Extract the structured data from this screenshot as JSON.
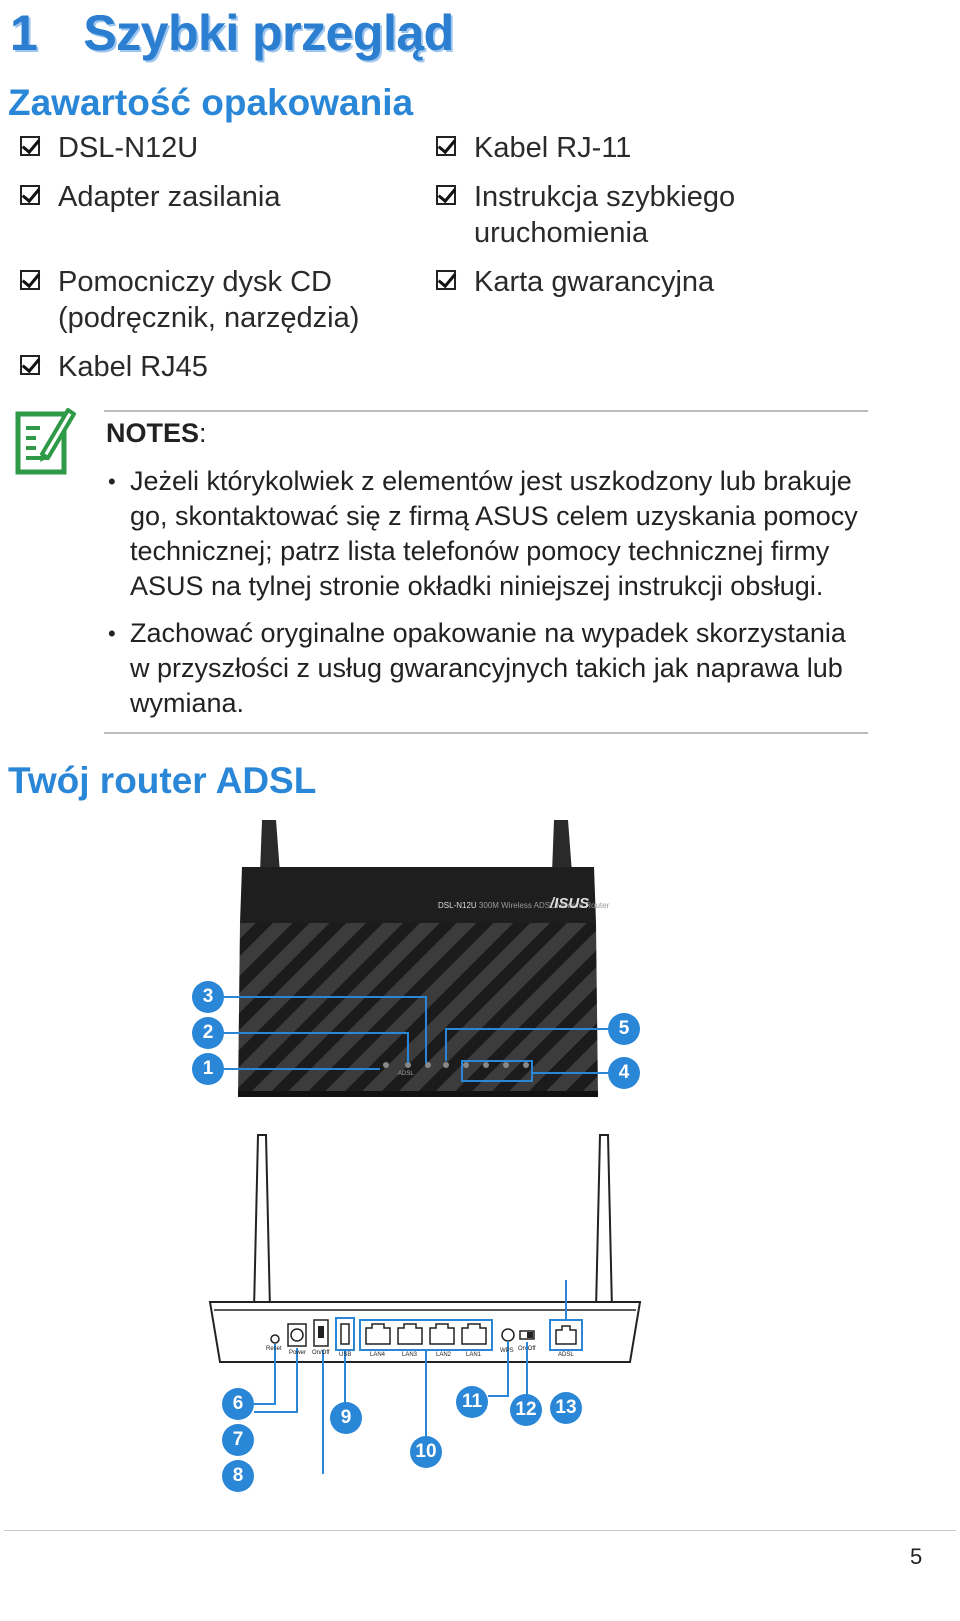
{
  "chapter": {
    "number": "1",
    "title": "Szybki przegląd"
  },
  "package": {
    "heading": "Zawartość opakowania",
    "left_items": [
      {
        "line1": "DSL-N12U",
        "line2": ""
      },
      {
        "line1": "Adapter zasilania",
        "line2": ""
      },
      {
        "line1": "Pomocniczy dysk CD",
        "line2": "(podręcznik, narzędzia)"
      },
      {
        "line1": "Kabel RJ45",
        "line2": ""
      }
    ],
    "right_items": [
      {
        "line1": "Kabel RJ-11",
        "line2": ""
      },
      {
        "line1": "Instrukcja szybkiego",
        "line2": "uruchomienia"
      },
      {
        "line1": "Karta gwarancyjna",
        "line2": ""
      }
    ]
  },
  "notes": {
    "title": "NOTES",
    "colon": ":",
    "icon": "notepad-pencil-icon",
    "icon_color": "#2e9a47",
    "bullets": [
      [
        "Jeżeli którykolwiek z elementów jest uszkodzony lub brakuje",
        "go, skontaktować się z firmą ASUS celem uzyskania pomocy",
        "technicznej; patrz lista telefonów pomocy technicznej firmy",
        "ASUS na tylnej stronie okładki niniejszej instrukcji obsługi."
      ],
      [
        "Zachować oryginalne opakowanie na wypadek skorzystania",
        "w przyszłości z usług gwarancyjnych takich jak naprawa lub",
        "wymiana."
      ]
    ]
  },
  "router": {
    "heading": "Twój router ADSL",
    "front_label_model": "DSL-N12U",
    "front_label_desc": "300M Wireless ADSL Modem Router",
    "front_brand": "/ISUS",
    "front_led_label_adsl": "ADSL",
    "rear_ports": [
      "Reset",
      "Power",
      "On/Off",
      "USB",
      "LAN4",
      "LAN3",
      "LAN2",
      "LAN1",
      "WPS",
      "On Off",
      "ADSL"
    ],
    "front_callouts": [
      "3",
      "2",
      "1",
      "5",
      "4"
    ],
    "rear_callouts": [
      "6",
      "7",
      "8",
      "9",
      "10",
      "11",
      "12",
      "13"
    ]
  },
  "colors": {
    "accent": "#2a86d6",
    "rule": "#bdbdbd"
  },
  "page_number": "5"
}
